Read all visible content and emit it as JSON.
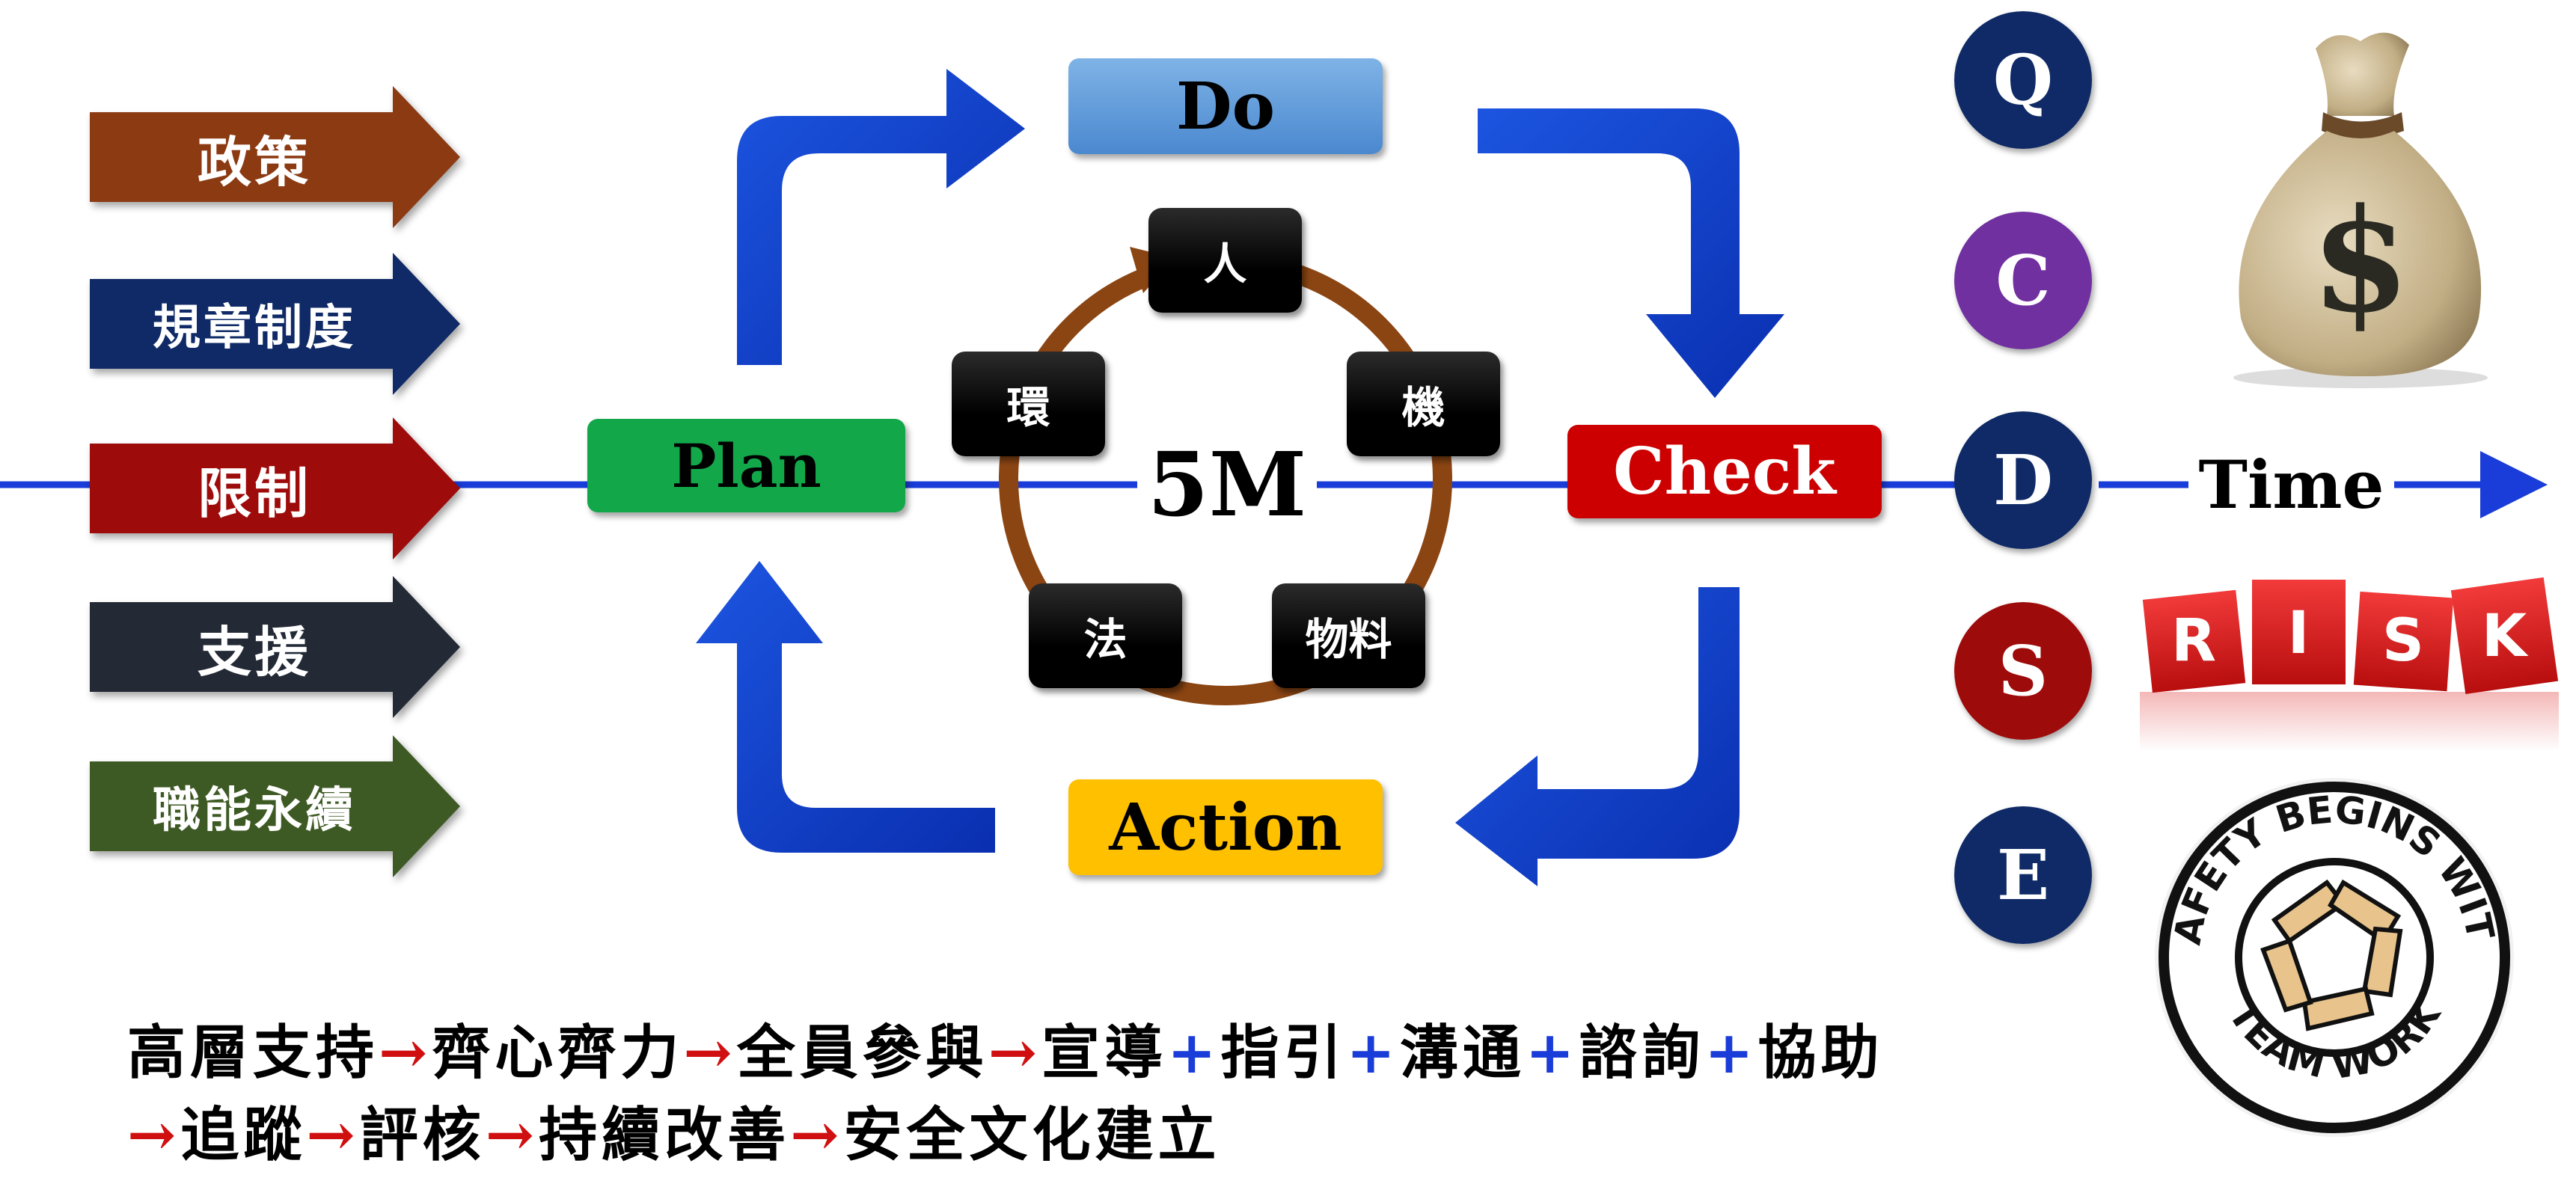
{
  "left_arrows": [
    {
      "label": "政策",
      "color": "#8b3a12"
    },
    {
      "label": "規章制度",
      "color": "#0f2a66"
    },
    {
      "label": "限制",
      "color": "#9e0b0b"
    },
    {
      "label": "支援",
      "color": "#232a36"
    },
    {
      "label": "職能永續",
      "color": "#3e5a24"
    }
  ],
  "pdca": {
    "plan": "Plan",
    "do": "Do",
    "check": "Check",
    "action": "Action"
  },
  "five_m": {
    "center": "5M",
    "nodes": [
      "人",
      "機",
      "物料",
      "法",
      "環"
    ]
  },
  "qcdse": [
    "Q",
    "C",
    "D",
    "S",
    "E"
  ],
  "time_label": "Time",
  "risk_letters": [
    "R",
    "I",
    "S",
    "K"
  ],
  "badge": {
    "top_text": "SAFETY BEGINS WITH",
    "bottom_text": "TEAM WORK"
  },
  "money_bag_symbol": "$",
  "flow_line1": {
    "items": [
      "高層支持",
      "齊心齊力",
      "全員參與",
      "宣導",
      "指引",
      "溝通",
      "諮詢",
      "協助"
    ],
    "separators": [
      "→",
      "→",
      "→",
      "+",
      "+",
      "+",
      "+"
    ]
  },
  "flow_line2": {
    "lead": "→",
    "items": [
      "追蹤",
      "評核",
      "持續改善",
      "安全文化建立"
    ],
    "separators": [
      "→",
      "→",
      "→"
    ]
  },
  "colors": {
    "main_line": "#1a3cd8",
    "cycle_arrow": "#1040c8",
    "plan": "#12a84a",
    "do": "#5b9bd5",
    "check": "#cc0000",
    "action": "#ffc000",
    "ring": "#8b4513",
    "q": "#0f2a66",
    "c": "#7030a0",
    "d": "#0f2a66",
    "s": "#9e0b0b",
    "e": "#0f2a66"
  }
}
